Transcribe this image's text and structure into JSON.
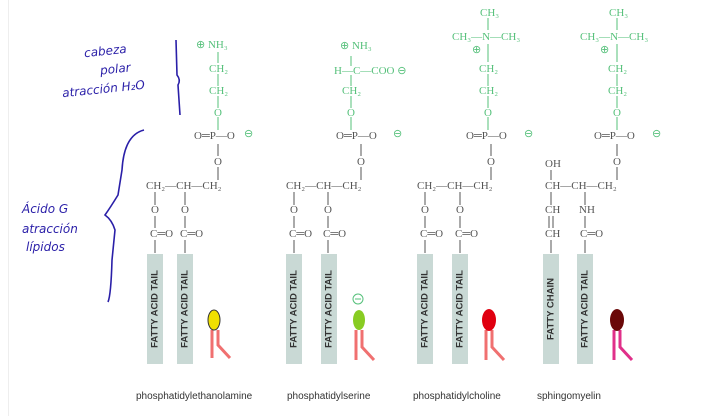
{
  "annotations": {
    "head_label": [
      "cabeza",
      "polar",
      "atracción H₂O"
    ],
    "tail_label": [
      "Ácido G",
      "atracción",
      "lípidos"
    ]
  },
  "molecules": [
    {
      "name": "phosphatidylethanolamine",
      "head_group": [
        "⊕ NH₃",
        "CH₂",
        "CH₂",
        "O"
      ],
      "phosphate": "O═P—O",
      "phosphate_charge": "⊖",
      "backbone": "CH₂—CH—CH₂",
      "ester": [
        "O",
        "O",
        "C═O",
        "C═O"
      ],
      "tails": [
        "FATTY ACID TAIL",
        "FATTY ACID TAIL"
      ],
      "icon_head_color": "#f0e000",
      "icon_tail_color": "#f07070"
    },
    {
      "name": "phosphatidylserine",
      "head_group": [
        "⊕ NH₃",
        "H—C—COO ⊖",
        "CH₂",
        "O"
      ],
      "phosphate": "O═P—O",
      "phosphate_charge": "⊖",
      "backbone": "CH₂—CH—CH₂",
      "ester": [
        "O",
        "O",
        "C═O",
        "C═O"
      ],
      "tails": [
        "FATTY ACID TAIL",
        "FATTY ACID TAIL"
      ],
      "icon_charge": "⊖",
      "icon_head_color": "#88cc22",
      "icon_tail_color": "#f07070"
    },
    {
      "name": "phosphatidylcholine",
      "head_group": [
        "CH₃",
        "CH₃—N—CH₃",
        "⊕",
        "CH₂",
        "CH₂",
        "O"
      ],
      "phosphate": "O═P—O",
      "phosphate_charge": "⊖",
      "backbone": "CH₂—CH—CH₂",
      "ester": [
        "O",
        "O",
        "C═O",
        "C═O"
      ],
      "tails": [
        "FATTY ACID TAIL",
        "FATTY ACID TAIL"
      ],
      "icon_head_color": "#e00010",
      "icon_tail_color": "#f07070"
    },
    {
      "name": "sphingomyelin",
      "head_group": [
        "CH₃",
        "CH₃—N—CH₃",
        "⊕",
        "CH₂",
        "CH₂",
        "O"
      ],
      "phosphate": "O═P—O",
      "phosphate_charge": "⊖",
      "backbone": [
        "OH",
        "CH—CH—CH₂",
        "CH",
        "NH",
        "CH",
        "C═O"
      ],
      "tails": [
        "FATTY CHAIN",
        "FATTY ACID TAIL"
      ],
      "icon_head_color": "#6a0808",
      "icon_tail_color": "#e0308a"
    }
  ],
  "colors": {
    "head_green": "#55c07a",
    "ink_blue": "#2a1fa8",
    "tail_box": "#c9d9d5",
    "structure_gray": "#555555"
  }
}
